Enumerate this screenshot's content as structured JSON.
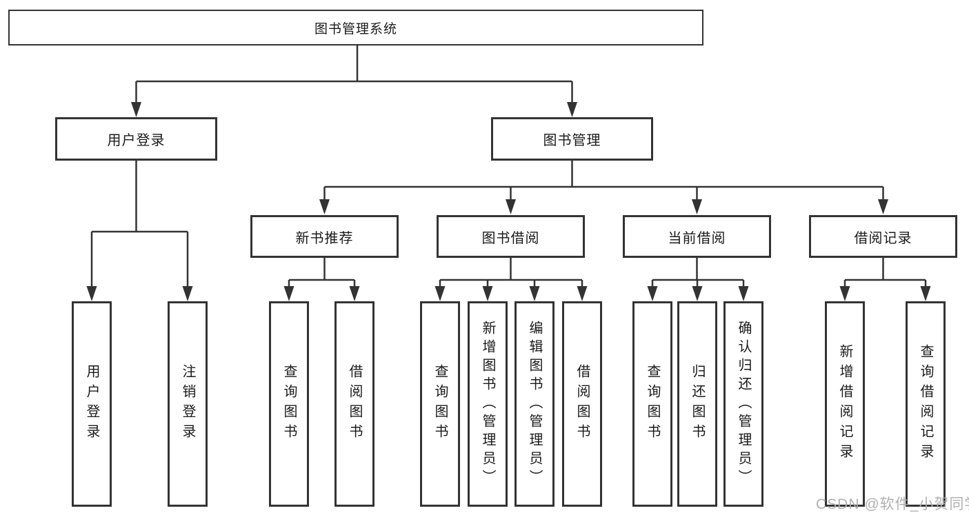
{
  "diagram": {
    "root": {
      "label": "图书管理系统"
    },
    "branches": [
      {
        "label": "用户登录",
        "children": [
          {
            "label": "用户登录"
          },
          {
            "label": "注销登录"
          }
        ]
      },
      {
        "label": "图书管理",
        "children": [
          {
            "label": "新书推荐",
            "children": [
              {
                "label": "查询图书"
              },
              {
                "label": "借阅图书"
              }
            ]
          },
          {
            "label": "图书借阅",
            "children": [
              {
                "label": "查询图书"
              },
              {
                "label": "新增图书（管理员）"
              },
              {
                "label": "编辑图书（管理员）"
              },
              {
                "label": "借阅图书"
              }
            ]
          },
          {
            "label": "当前借阅",
            "children": [
              {
                "label": "查询图书"
              },
              {
                "label": "归还图书"
              },
              {
                "label": "确认归还（管理员）"
              }
            ]
          },
          {
            "label": "借阅记录",
            "children": [
              {
                "label": "新增借阅记录"
              },
              {
                "label": "查询借阅记录"
              }
            ]
          }
        ]
      }
    ]
  },
  "watermark": "CSDN @软件_小贺同学",
  "colors": {
    "line": "#333333",
    "text": "#1a1a1a",
    "watermark": "#adadad",
    "background": "#ffffff"
  }
}
